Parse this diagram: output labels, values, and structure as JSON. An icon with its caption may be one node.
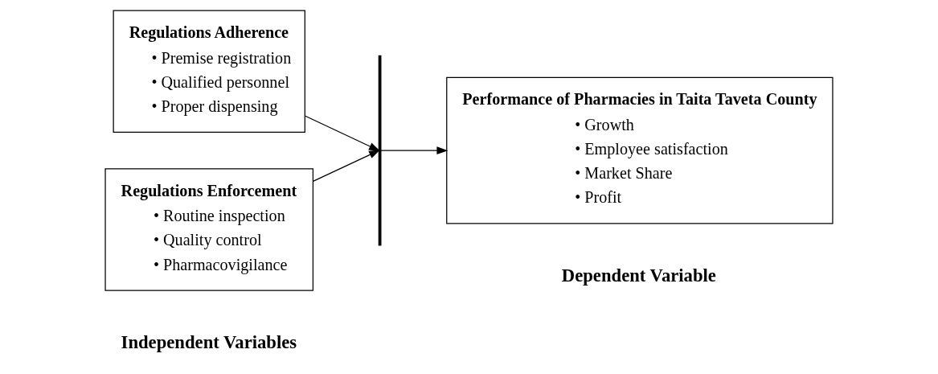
{
  "diagram": {
    "nodes": [
      {
        "text": [
          "Regulations Adherence",
          "• Premise registration",
          "• Qualified personnel",
          "• Proper dispensing"
        ]
      },
      {
        "text": [
          "Regulations Enforcement",
          "• Routine inspection",
          "• Quality control",
          "• Pharmacovigilance"
        ]
      },
      {
        "text": [],
        "shape": "bar"
      },
      {
        "text": [
          "Performance of Pharmacies in Taita Taveta County",
          "• Growth",
          "• Employee satisfaction",
          "• Market Share",
          "• Profit"
        ]
      }
    ],
    "edges": [
      {
        "from": 0,
        "to": 2,
        "arrow": "to"
      },
      {
        "from": 1,
        "to": 2,
        "arrow": "to"
      },
      {
        "from": 2,
        "to": 3,
        "arrow": "to"
      }
    ],
    "labels": [
      "Independent Variables",
      "Dependent Variable"
    ]
  }
}
